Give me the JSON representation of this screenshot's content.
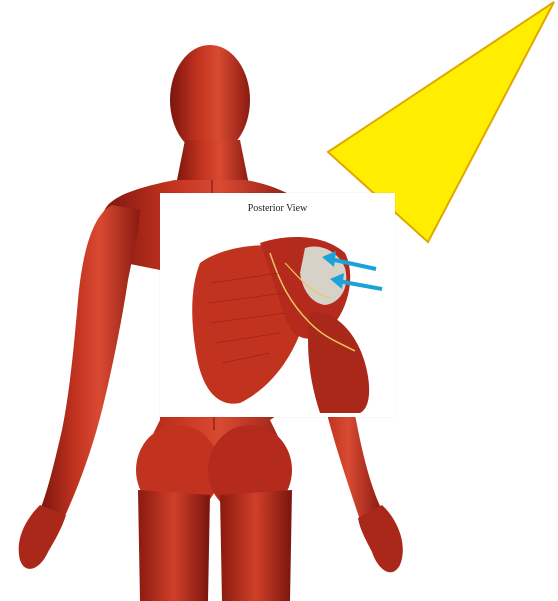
{
  "inset": {
    "title": "Posterior View"
  },
  "colors": {
    "muscle": "#b42a1c",
    "muscle_dark": "#7a150e",
    "muscle_light": "#d94a32",
    "callout": "#ffee00",
    "callout_border": "#e0a800",
    "arrow": "#1aa3d6",
    "tendon": "#d7d2c8"
  },
  "icons": {
    "callout": "yellow-triangle-callout",
    "arrows": "cyan-pointer-arrows"
  }
}
